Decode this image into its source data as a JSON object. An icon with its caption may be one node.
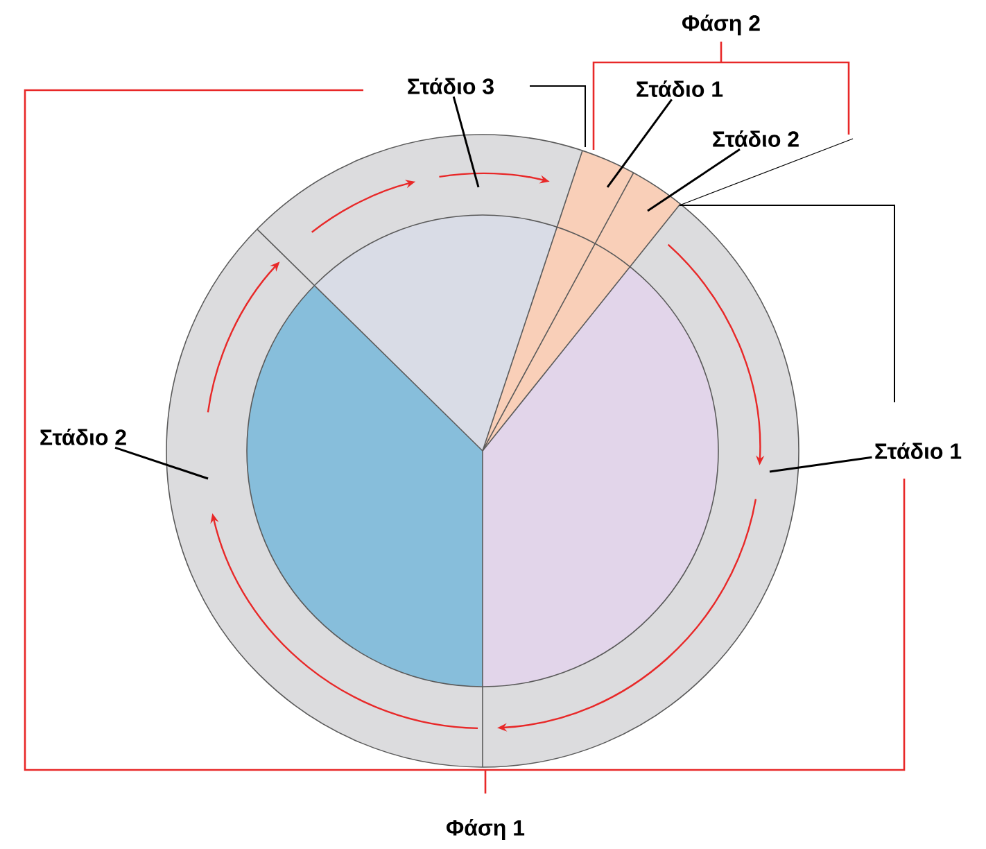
{
  "diagram": {
    "nodes": [
      {
        "text": [
          "Στάδιο 3"
        ]
      },
      {
        "text": [
          "Στάδιο 1"
        ]
      },
      {
        "text": [
          "Στάδιο 2"
        ]
      },
      {
        "text": [
          "Στάδιο 2"
        ]
      },
      {
        "text": [
          "Στάδιο 1"
        ]
      }
    ],
    "edges": [
      {
        "from": 0,
        "to": null,
        "arrow": "none"
      },
      {
        "from": 1,
        "to": null,
        "arrow": "none"
      },
      {
        "from": 2,
        "to": null,
        "arrow": "none"
      },
      {
        "from": 3,
        "to": null,
        "arrow": "none"
      },
      {
        "from": 4,
        "to": null,
        "arrow": "none"
      }
    ],
    "labels": [
      "Φάση 2",
      "Φάση 1"
    ]
  }
}
